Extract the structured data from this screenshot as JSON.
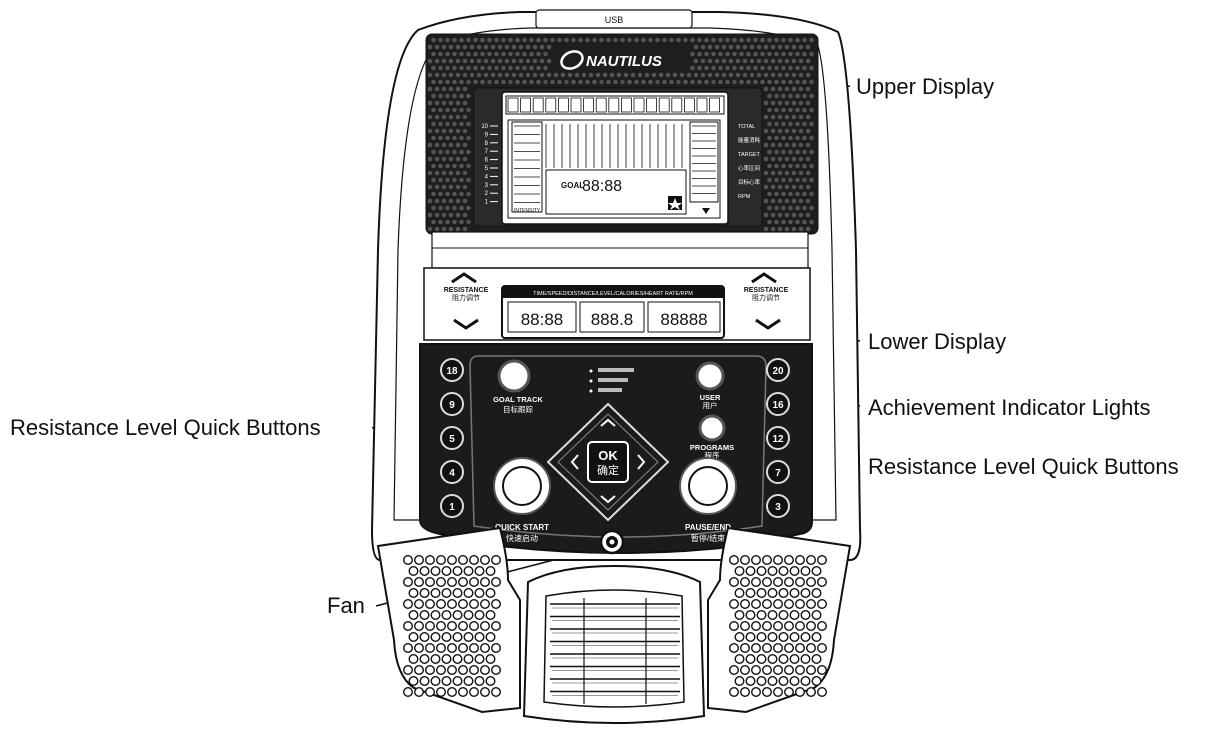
{
  "brand": "NAUTILUS",
  "usb_label": "USB",
  "callouts": {
    "upper_display": "Upper Display",
    "lower_display": "Lower Display",
    "achievement_lights": "Achievement Indicator Lights",
    "resistance_left": "Resistance Level Quick Buttons",
    "resistance_right": "Resistance Level Quick Buttons",
    "fan": "Fan"
  },
  "upper_display": {
    "scale": [
      "10",
      "9",
      "8",
      "7",
      "6",
      "5",
      "4",
      "3",
      "2",
      "1"
    ],
    "goal_label": "GOAL",
    "goal_digits": "88:88",
    "intensity_label": "INTENSITY",
    "right_labels": [
      "TOTAL",
      "能量消耗",
      "TARGET",
      "心率区间",
      "目标心率",
      "RPM"
    ]
  },
  "resistance": {
    "left_label_en": "RESISTANCE",
    "left_label_cn": "阻力调节",
    "right_label_en": "RESISTANCE",
    "right_label_cn": "阻力调节"
  },
  "lower_display": {
    "header": "TIME/SPEED/DISTANCE/LEVEL/CALORIES/HEART RATE/RPM",
    "values": [
      "88:88",
      "888.8",
      "88888"
    ]
  },
  "quick_buttons": {
    "left": [
      "18",
      "9",
      "5",
      "4",
      "1"
    ],
    "right": [
      "20",
      "16",
      "12",
      "7",
      "3"
    ]
  },
  "console": {
    "goal_track_en": "GOAL TRACK",
    "goal_track_cn": "目标跟踪",
    "user_en": "USER",
    "user_cn": "用户",
    "programs_en": "PROGRAMS",
    "programs_cn": "程序",
    "ok_en": "OK",
    "ok_cn": "确定",
    "quick_start_en": "QUICK START",
    "quick_start_cn": "快速启动",
    "pause_end_en": "PAUSE/END",
    "pause_end_cn": "暂停/结束"
  }
}
